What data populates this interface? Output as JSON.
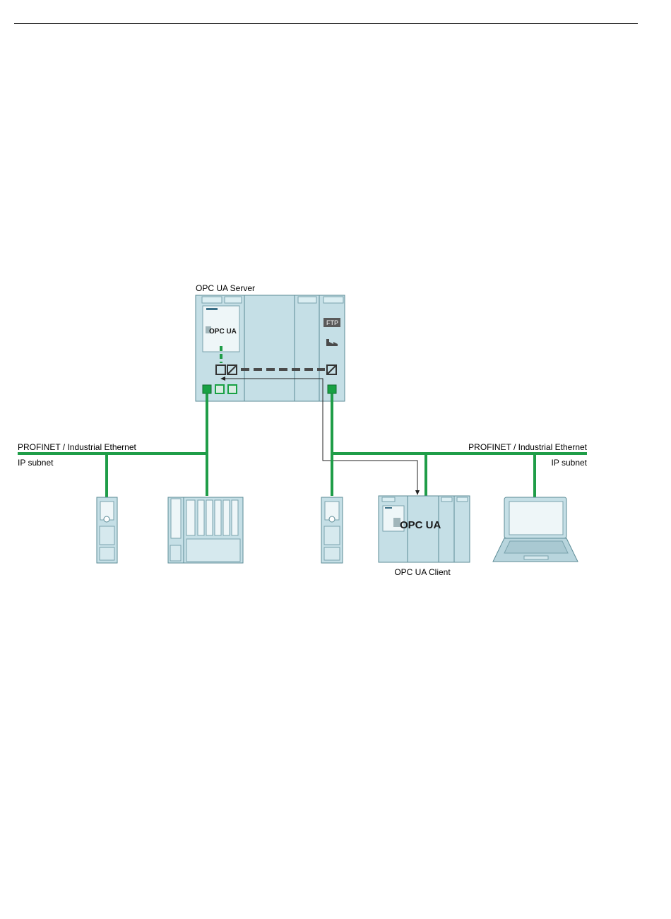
{
  "labels": {
    "server": "OPC UA Server",
    "client": "OPC UA Client",
    "network_left": "PROFINET / Industrial Ethernet",
    "subnet_left": "IP subnet",
    "network_right": "PROFINET / Industrial Ethernet",
    "subnet_right": "IP subnet",
    "ftp": "FTP",
    "opcua_logo_server": "OPC UA",
    "opcua_logo_client": "OPC UA"
  },
  "colors": {
    "network": "#1f9d48",
    "device": "#c5dfe6",
    "link": "#4a4a4a"
  }
}
